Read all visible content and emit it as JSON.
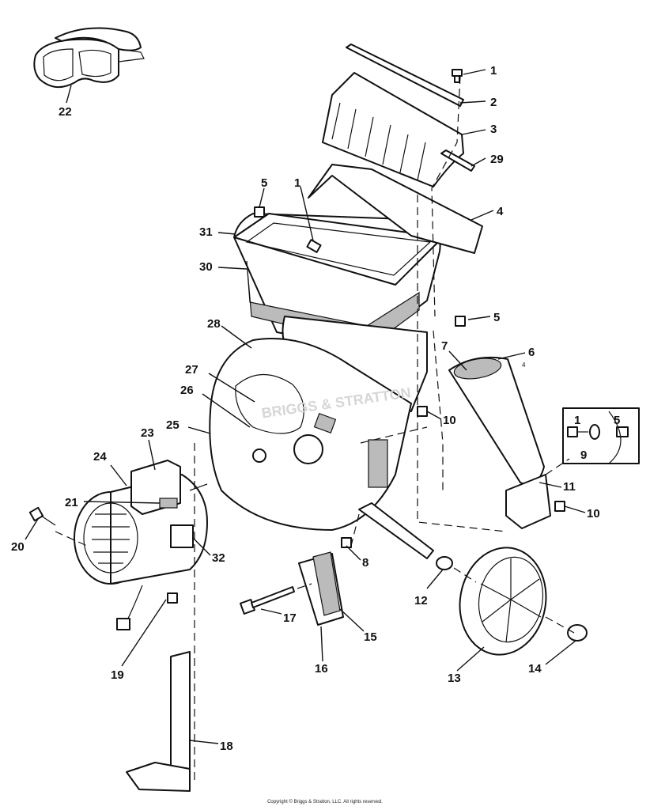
{
  "diagram": {
    "callouts": [
      {
        "id": "c1a",
        "label": "1"
      },
      {
        "id": "c2",
        "label": "2"
      },
      {
        "id": "c3",
        "label": "3"
      },
      {
        "id": "c29",
        "label": "29"
      },
      {
        "id": "c4",
        "label": "4"
      },
      {
        "id": "c5a",
        "label": "5"
      },
      {
        "id": "c1b",
        "label": "1"
      },
      {
        "id": "c31",
        "label": "31"
      },
      {
        "id": "c30",
        "label": "30"
      },
      {
        "id": "c5b",
        "label": "5"
      },
      {
        "id": "c28",
        "label": "28"
      },
      {
        "id": "c6",
        "label": "6"
      },
      {
        "id": "c7",
        "label": "7"
      },
      {
        "id": "c27",
        "label": "27"
      },
      {
        "id": "c26",
        "label": "26"
      },
      {
        "id": "c10a",
        "label": "10"
      },
      {
        "id": "c25",
        "label": "25"
      },
      {
        "id": "c1c",
        "label": "1"
      },
      {
        "id": "c5c",
        "label": "5"
      },
      {
        "id": "c9",
        "label": "9"
      },
      {
        "id": "c23",
        "label": "23"
      },
      {
        "id": "c24",
        "label": "24"
      },
      {
        "id": "c11",
        "label": "11"
      },
      {
        "id": "c21",
        "label": "21"
      },
      {
        "id": "c10b",
        "label": "10"
      },
      {
        "id": "c20",
        "label": "20"
      },
      {
        "id": "c32",
        "label": "32"
      },
      {
        "id": "c8",
        "label": "8"
      },
      {
        "id": "c12",
        "label": "12"
      },
      {
        "id": "c17",
        "label": "17"
      },
      {
        "id": "c15",
        "label": "15"
      },
      {
        "id": "c19",
        "label": "19"
      },
      {
        "id": "c16",
        "label": "16"
      },
      {
        "id": "c13",
        "label": "13"
      },
      {
        "id": "c14",
        "label": "14"
      },
      {
        "id": "c18",
        "label": "18"
      },
      {
        "id": "c22",
        "label": "22"
      }
    ],
    "inset_small_label": "4",
    "watermark": "BRIGGS & STRATTON",
    "copyright": "Copyright © Briggs & Stratton, LLC. All rights reserved."
  }
}
